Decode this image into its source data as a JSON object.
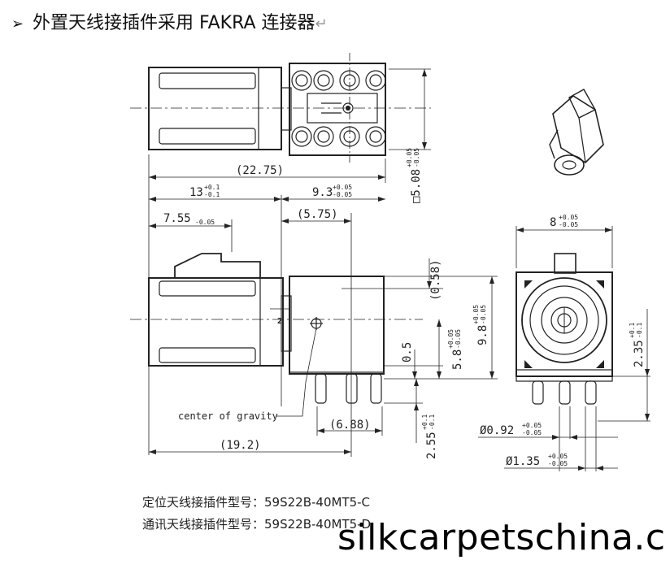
{
  "heading": {
    "bullet": "➢",
    "text": "外置天线接插件采用 FAKRA 连接器",
    "return_mark": "↵"
  },
  "dimensions": {
    "overall_length": "(22.75)",
    "left_part": "13",
    "left_part_tol_upper": "+0.1",
    "left_part_tol_lower": "-0.1",
    "right_part": "9.3",
    "right_part_tol_upper": "+0.05",
    "right_part_tol_lower": "-0.05",
    "side_dim": "7.55",
    "side_dim_tol": "-0.05",
    "mid_dim": "(5.75)",
    "square": "□5.08",
    "square_tol_upper": "+0.05",
    "square_tol_lower": "-0.05",
    "v058": "(0.58)",
    "v98": "9.8",
    "v98_tol_upper": "+0.05",
    "v98_tol_lower": "-0.05",
    "v58": "5.8",
    "v58_tol_upper": "+0.05",
    "v58_tol_lower": "-0.05",
    "v05": "0.5",
    "front_width": "8",
    "front_width_tol_upper": "+0.05",
    "front_width_tol_lower": "-0.05",
    "v235": "2.35",
    "v235_tol_upper": "+0.1",
    "v235_tol_lower": "-0.1",
    "gravity": "center of gravity",
    "pin_span": "(6.88)",
    "v255": "2.55",
    "v255_tol_upper": "+0.1",
    "v255_tol_lower": "-0.1",
    "total_depth": "(19.2)",
    "dia092": "Ø0.92",
    "dia092_tol_upper": "+0.05",
    "dia092_tol_lower": "-0.05",
    "dia135": "Ø1.35",
    "dia135_tol_upper": "+0.05",
    "dia135_tol_lower": "-0.05",
    "side_mark": "2"
  },
  "info": {
    "line1_label": "定位天线接插件型号：",
    "line1_value": "59S22B-40MT5-C",
    "line2_label": "通讯天线接插件型号：",
    "line2_value": "59S22B-40MT5-D"
  },
  "watermark": "silkcarpetschina.c"
}
